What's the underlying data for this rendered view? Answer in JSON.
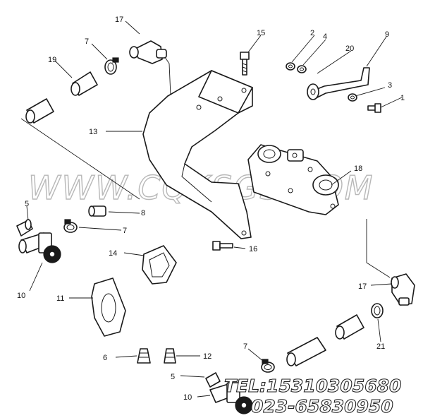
{
  "callouts": {
    "c1": "1",
    "c2": "2",
    "c3": "3",
    "c4": "4",
    "c5a": "5",
    "c5b": "5",
    "c6": "6",
    "c7a": "7",
    "c7b": "7",
    "c7c": "7",
    "c8": "8",
    "c9": "9",
    "c10a": "10",
    "c10b": "10",
    "c11": "11",
    "c12": "12",
    "c13": "13",
    "c14": "14",
    "c15": "15",
    "c16": "16",
    "c17a": "17",
    "c17b": "17",
    "c18": "18",
    "c19": "19",
    "c20": "20",
    "c21": "21"
  },
  "watermark": {
    "text": "WWW.CQKSGS.COM"
  },
  "contact": {
    "tel": "TEL:15310305680",
    "phone": "023-65830950"
  },
  "colors": {
    "ink": "#1a1a1a",
    "watermark": "#b8b8b8",
    "background": "#ffffff"
  }
}
